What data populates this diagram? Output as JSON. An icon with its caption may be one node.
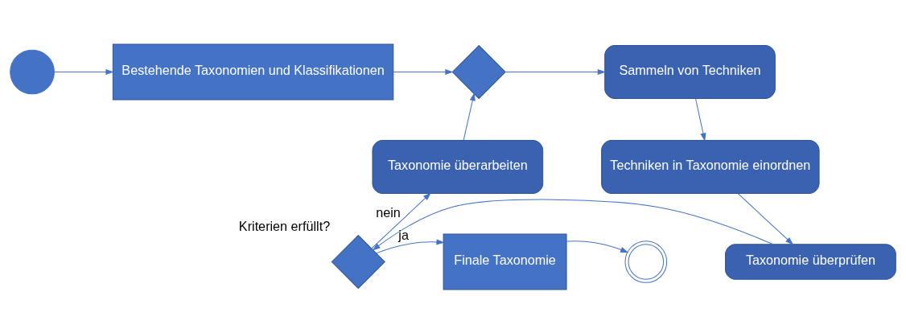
{
  "diagram": {
    "nodes": [
      {
        "text": [],
        "shape": "circle"
      },
      {
        "text": [
          "Bestehende Taxonomien und Klassifikationen"
        ]
      },
      {
        "text": [],
        "shape": "diamond"
      },
      {
        "text": [
          "Sammeln von Techniken"
        ]
      },
      {
        "text": [
          "Techniken in Taxonomie einordnen"
        ]
      },
      {
        "text": [
          "Taxonomie überprüfen"
        ]
      },
      {
        "text": [],
        "shape": "diamond",
        "beside": [
          "Kriterien erfüllt?"
        ]
      },
      {
        "text": [
          "Taxonomie überarbeiten"
        ]
      },
      {
        "text": [
          "Finale Taxonomie"
        ]
      },
      {
        "text": [],
        "shape": "circle"
      }
    ],
    "edges": [
      {
        "from": 0,
        "to": 1,
        "arrow": "to"
      },
      {
        "from": 1,
        "to": 2,
        "arrow": "to"
      },
      {
        "from": 2,
        "to": 3,
        "arrow": "to"
      },
      {
        "from": 3,
        "to": 4,
        "arrow": "to"
      },
      {
        "from": 4,
        "to": 5,
        "arrow": "to"
      },
      {
        "from": 5,
        "to": 6,
        "arrow": "to"
      },
      {
        "from": 6,
        "to": 8,
        "arrow": "to",
        "label": "ja"
      },
      {
        "from": 6,
        "to": 7,
        "arrow": "to",
        "label": "nein"
      },
      {
        "from": 7,
        "to": 2,
        "arrow": "to"
      },
      {
        "from": 8,
        "to": 9,
        "arrow": "to"
      }
    ]
  }
}
